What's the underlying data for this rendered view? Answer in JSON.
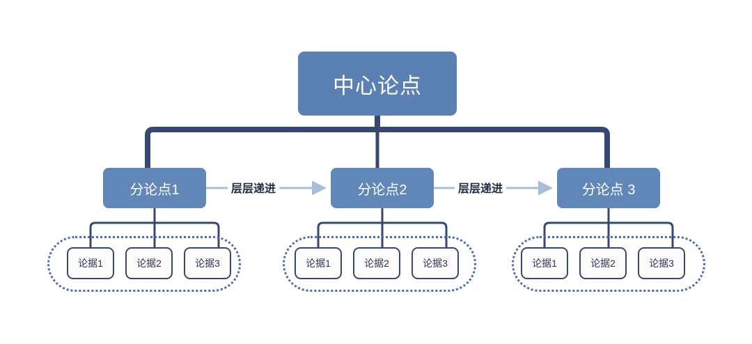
{
  "diagram": {
    "title_node": {
      "label": "中心论点",
      "name": "central-thesis"
    },
    "colors": {
      "node_fill": "#5b80b4",
      "sub_node_fill": "#6186b8",
      "bracket_stroke": "#36486e",
      "arrow_stroke": "#a8bdd8",
      "group_border": "#4a6ca8",
      "evidence_fill": "#fbfbfb",
      "evidence_text": "#27364f",
      "label_text": "#1f2d45",
      "background": "#ffffff"
    },
    "branches": [
      {
        "label": "分论点1",
        "evidence": [
          "论据1",
          "论据2",
          "论据3"
        ]
      },
      {
        "label": "分论点2",
        "evidence": [
          "论据1",
          "论据2",
          "论据3"
        ]
      },
      {
        "label": "分论点 3",
        "evidence": [
          "论据1",
          "论据2",
          "论据3"
        ]
      }
    ],
    "connector_labels": [
      "层层递进",
      "层层递进"
    ]
  }
}
